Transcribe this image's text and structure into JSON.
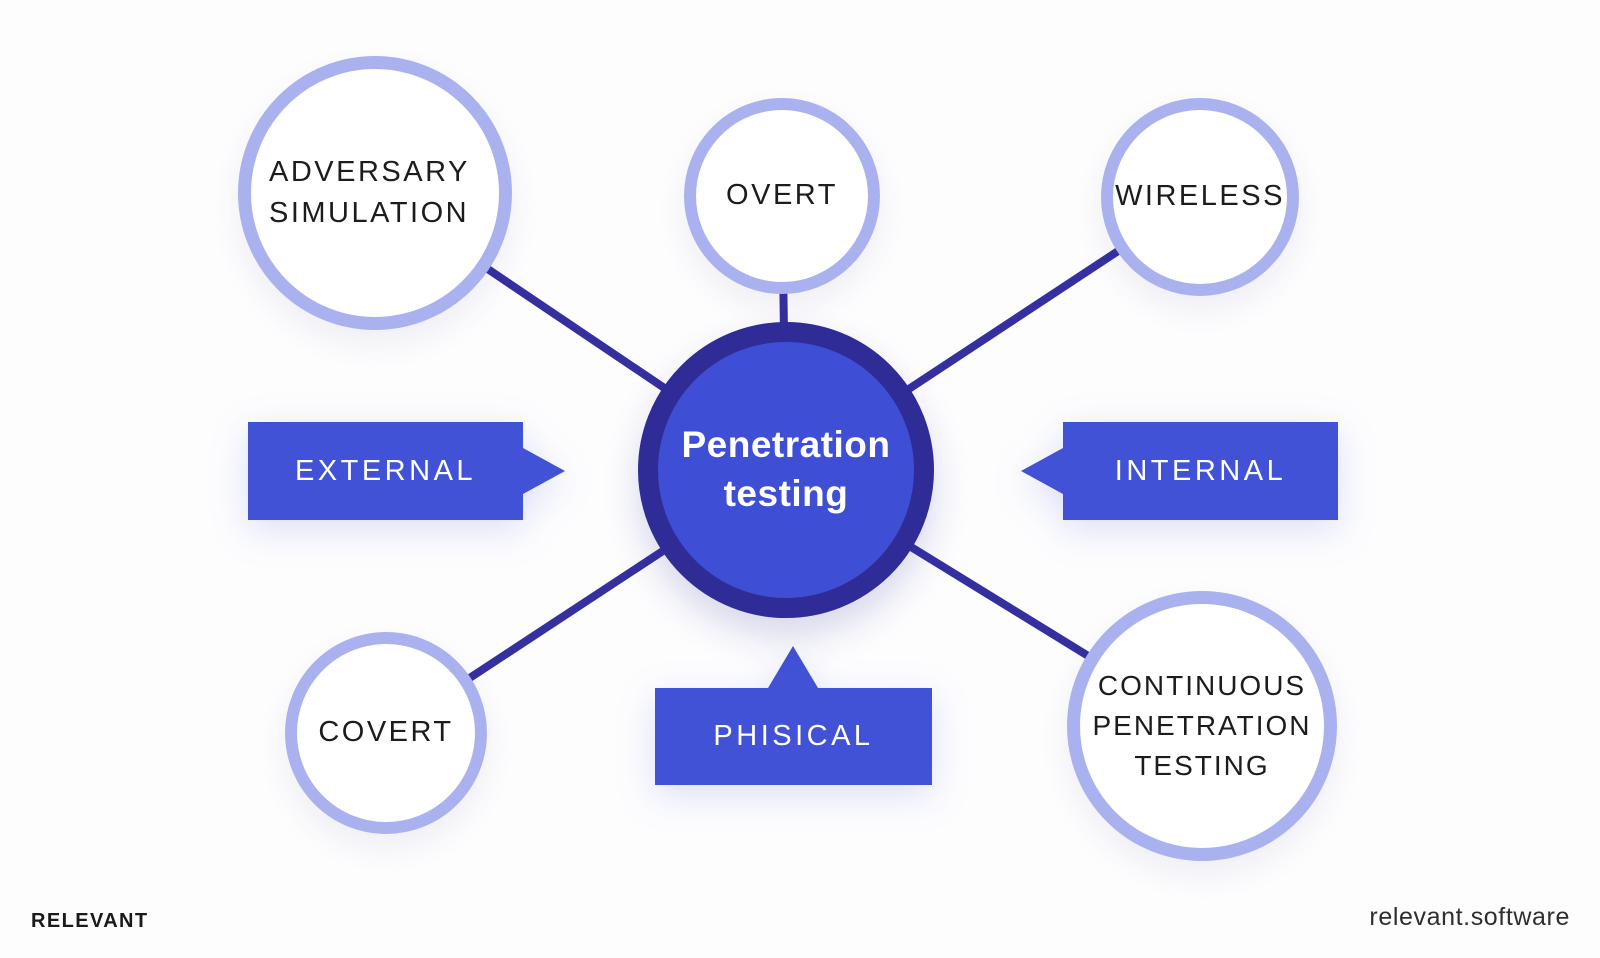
{
  "title": "Penetration testing types diagram",
  "colors": {
    "background": "#fdfdfe",
    "node_border": "#a9b2ef",
    "node_fill": "#ffffff",
    "node_text": "#1c1c1e",
    "center_fill": "#3e4fd5",
    "center_ring": "#2f2b97",
    "connector_line": "#352fa0",
    "banner_fill": "#4152d6",
    "banner_text": "#ffffff"
  },
  "center": {
    "label": "Penetration testing"
  },
  "nodes": {
    "adversary": {
      "label": "ADVERSARY SIMULATION"
    },
    "overt": {
      "label": "OVERT"
    },
    "wireless": {
      "label": "WIRELESS"
    },
    "covert": {
      "label": "COVERT"
    },
    "continuous": {
      "label": "CONTINUOUS PENETRATION TESTING"
    }
  },
  "banners": {
    "external": {
      "label": "EXTERNAL"
    },
    "internal": {
      "label": "INTERNAL"
    },
    "phisical": {
      "label": "PHISICAL"
    }
  },
  "footer": {
    "brand": "RELEVANT",
    "website": "relevant.software"
  }
}
